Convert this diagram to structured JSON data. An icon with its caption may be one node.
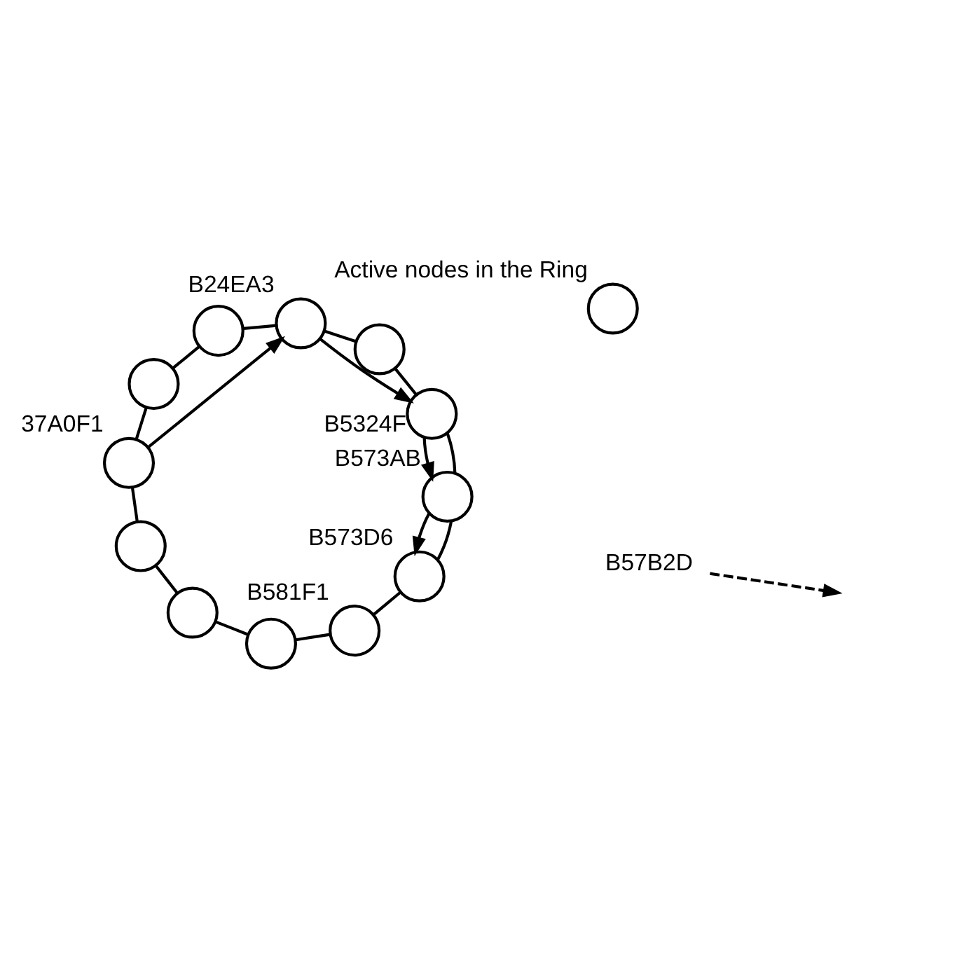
{
  "diagram": {
    "nodes": [
      {
        "text": [],
        "shape": "circle",
        "beside": [
          "Active nodes in the Ring"
        ]
      },
      {
        "text": [],
        "shape": "circle",
        "beside": [
          "37A0F1"
        ]
      },
      {
        "text": [],
        "shape": "circle"
      },
      {
        "text": [],
        "shape": "circle"
      },
      {
        "text": [],
        "shape": "circle",
        "beside": [
          "B24EA3"
        ]
      },
      {
        "text": [],
        "shape": "circle"
      },
      {
        "text": [],
        "shape": "circle",
        "beside": [
          "B5324F"
        ]
      },
      {
        "text": [],
        "shape": "circle",
        "beside": [
          "B573AB"
        ]
      },
      {
        "text": [],
        "shape": "circle",
        "beside": [
          "B573D6"
        ]
      },
      {
        "text": [],
        "shape": "circle",
        "beside": [
          "B581F1"
        ]
      },
      {
        "text": [],
        "shape": "circle"
      },
      {
        "text": [],
        "shape": "circle"
      },
      {
        "text": [],
        "shape": "circle"
      },
      {
        "text": [
          "B57B2D"
        ]
      }
    ],
    "edges": [
      {
        "from": 1,
        "to": 2,
        "arrow": "none"
      },
      {
        "from": 2,
        "to": 3,
        "arrow": "none"
      },
      {
        "from": 3,
        "to": 4,
        "arrow": "none"
      },
      {
        "from": 4,
        "to": 5,
        "arrow": "none"
      },
      {
        "from": 5,
        "to": 6,
        "arrow": "none"
      },
      {
        "from": 6,
        "to": 7,
        "arrow": "none"
      },
      {
        "from": 7,
        "to": 8,
        "arrow": "none"
      },
      {
        "from": 8,
        "to": 9,
        "arrow": "none"
      },
      {
        "from": 9,
        "to": 10,
        "arrow": "none"
      },
      {
        "from": 10,
        "to": 11,
        "arrow": "none"
      },
      {
        "from": 11,
        "to": 12,
        "arrow": "none"
      },
      {
        "from": 12,
        "to": 1,
        "arrow": "none"
      },
      {
        "from": 1,
        "to": 4,
        "arrow": "to"
      },
      {
        "from": 4,
        "to": 6,
        "arrow": "to"
      },
      {
        "from": 6,
        "to": 7,
        "arrow": "to"
      },
      {
        "from": 7,
        "to": 8,
        "arrow": "to"
      },
      {
        "from": 13,
        "to": null,
        "arrow": "to",
        "style": "dashed"
      }
    ]
  }
}
